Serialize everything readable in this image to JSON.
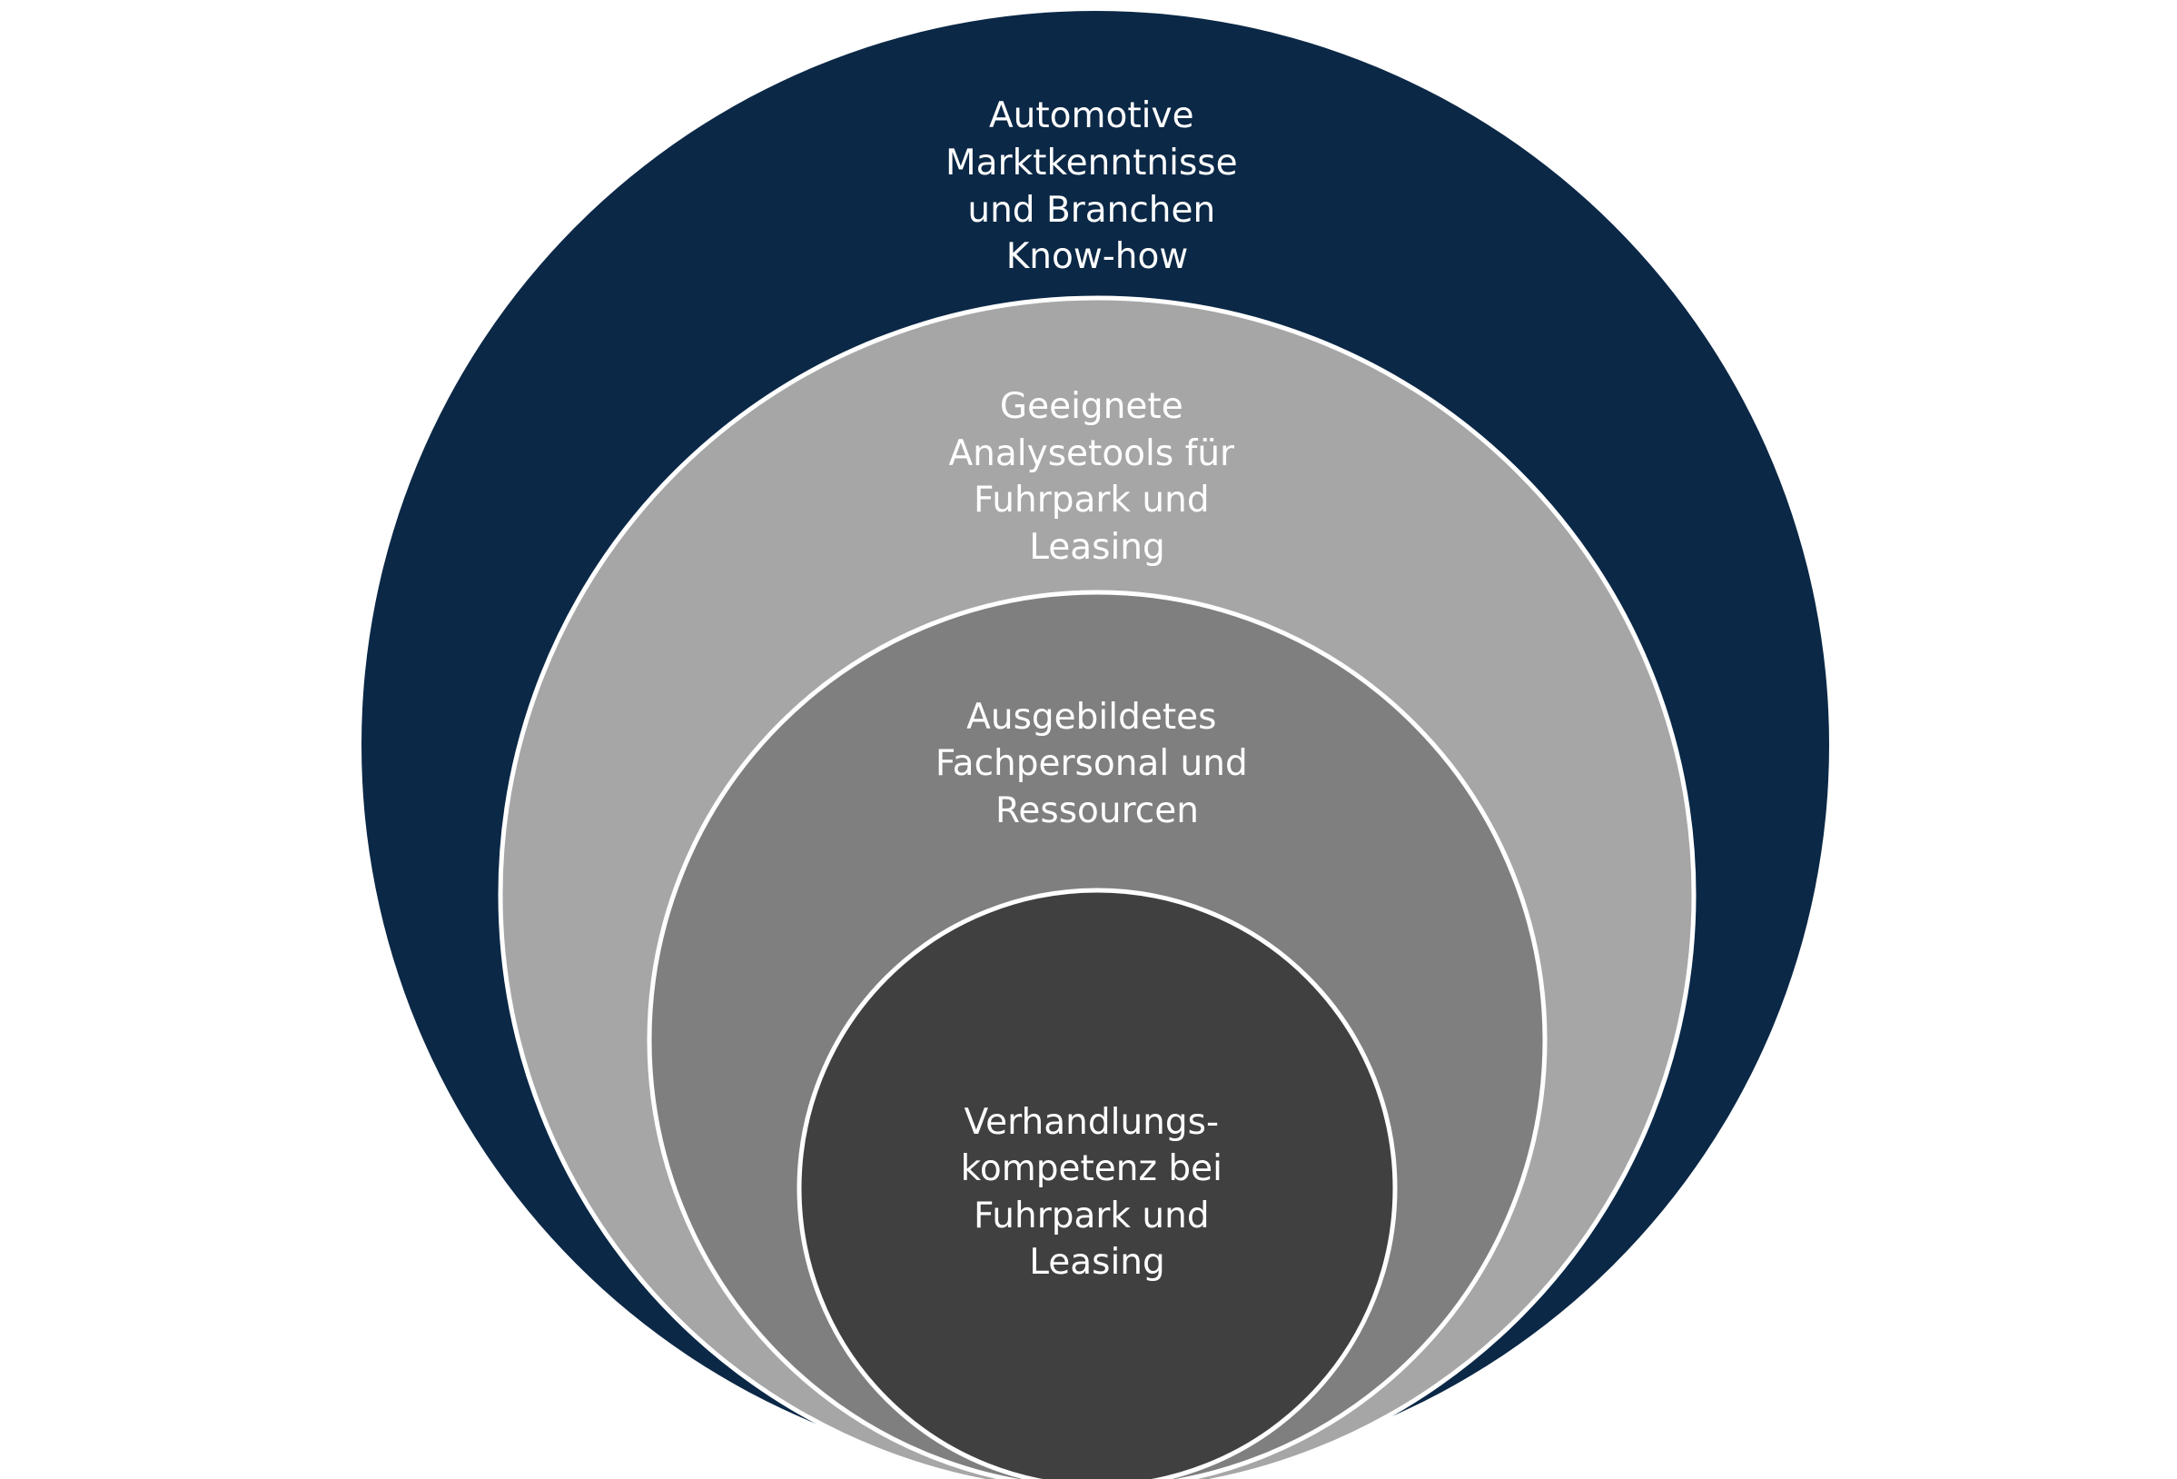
{
  "diagram": {
    "type": "nested-circles",
    "layers": [
      {
        "id": "outer",
        "color": "#0b2846",
        "lines": [
          "Automotive",
          "Marktkenntnisse",
          "und Branchen",
          "Know-how"
        ]
      },
      {
        "id": "second",
        "color": "#a6a6a6",
        "lines": [
          "Geeignete",
          "Analysetools für",
          "Fuhrpark und",
          "Leasing"
        ]
      },
      {
        "id": "third",
        "color": "#7f7f7f",
        "lines": [
          "Ausgebildetes",
          "Fachpersonal und",
          "Ressourcen"
        ]
      },
      {
        "id": "inner",
        "color": "#404040",
        "lines": [
          "Verhandlungs-",
          "kompetenz bei",
          "Fuhrpark und",
          "Leasing"
        ]
      }
    ],
    "border_color": "#ffffff"
  }
}
